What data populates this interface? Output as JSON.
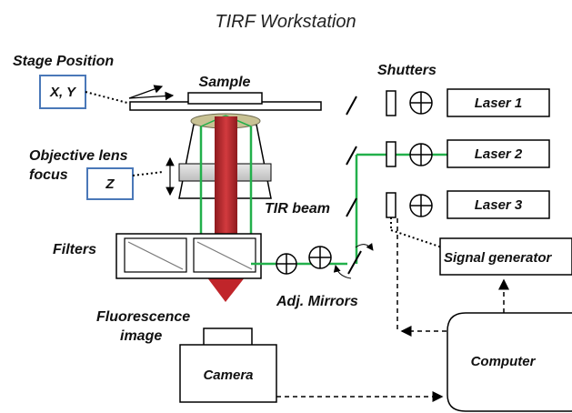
{
  "diagram": {
    "title": "TIRF Workstation",
    "labels": {
      "stage_position": "Stage Position",
      "sample": "Sample",
      "objective_line1": "Objective lens",
      "objective_line2": "focus",
      "tir_beam": "TIR beam",
      "filters": "Filters",
      "fluorescence_line1": "Fluorescence",
      "fluorescence_line2": "image",
      "adj_mirrors": "Adj. Mirrors",
      "shutters": "Shutters"
    },
    "boxes": {
      "xy": "X, Y",
      "z": "Z",
      "laser1": "Laser 1",
      "laser2": "Laser 2",
      "laser3": "Laser 3",
      "signal_generator": "Signal generator",
      "computer": "Computer",
      "camera": "Camera"
    },
    "colors": {
      "beam_green": "#22b04b",
      "fluorescence_red": "#c0252a",
      "control_box_blue": "#4a78b8",
      "line_black": "#000000"
    }
  }
}
